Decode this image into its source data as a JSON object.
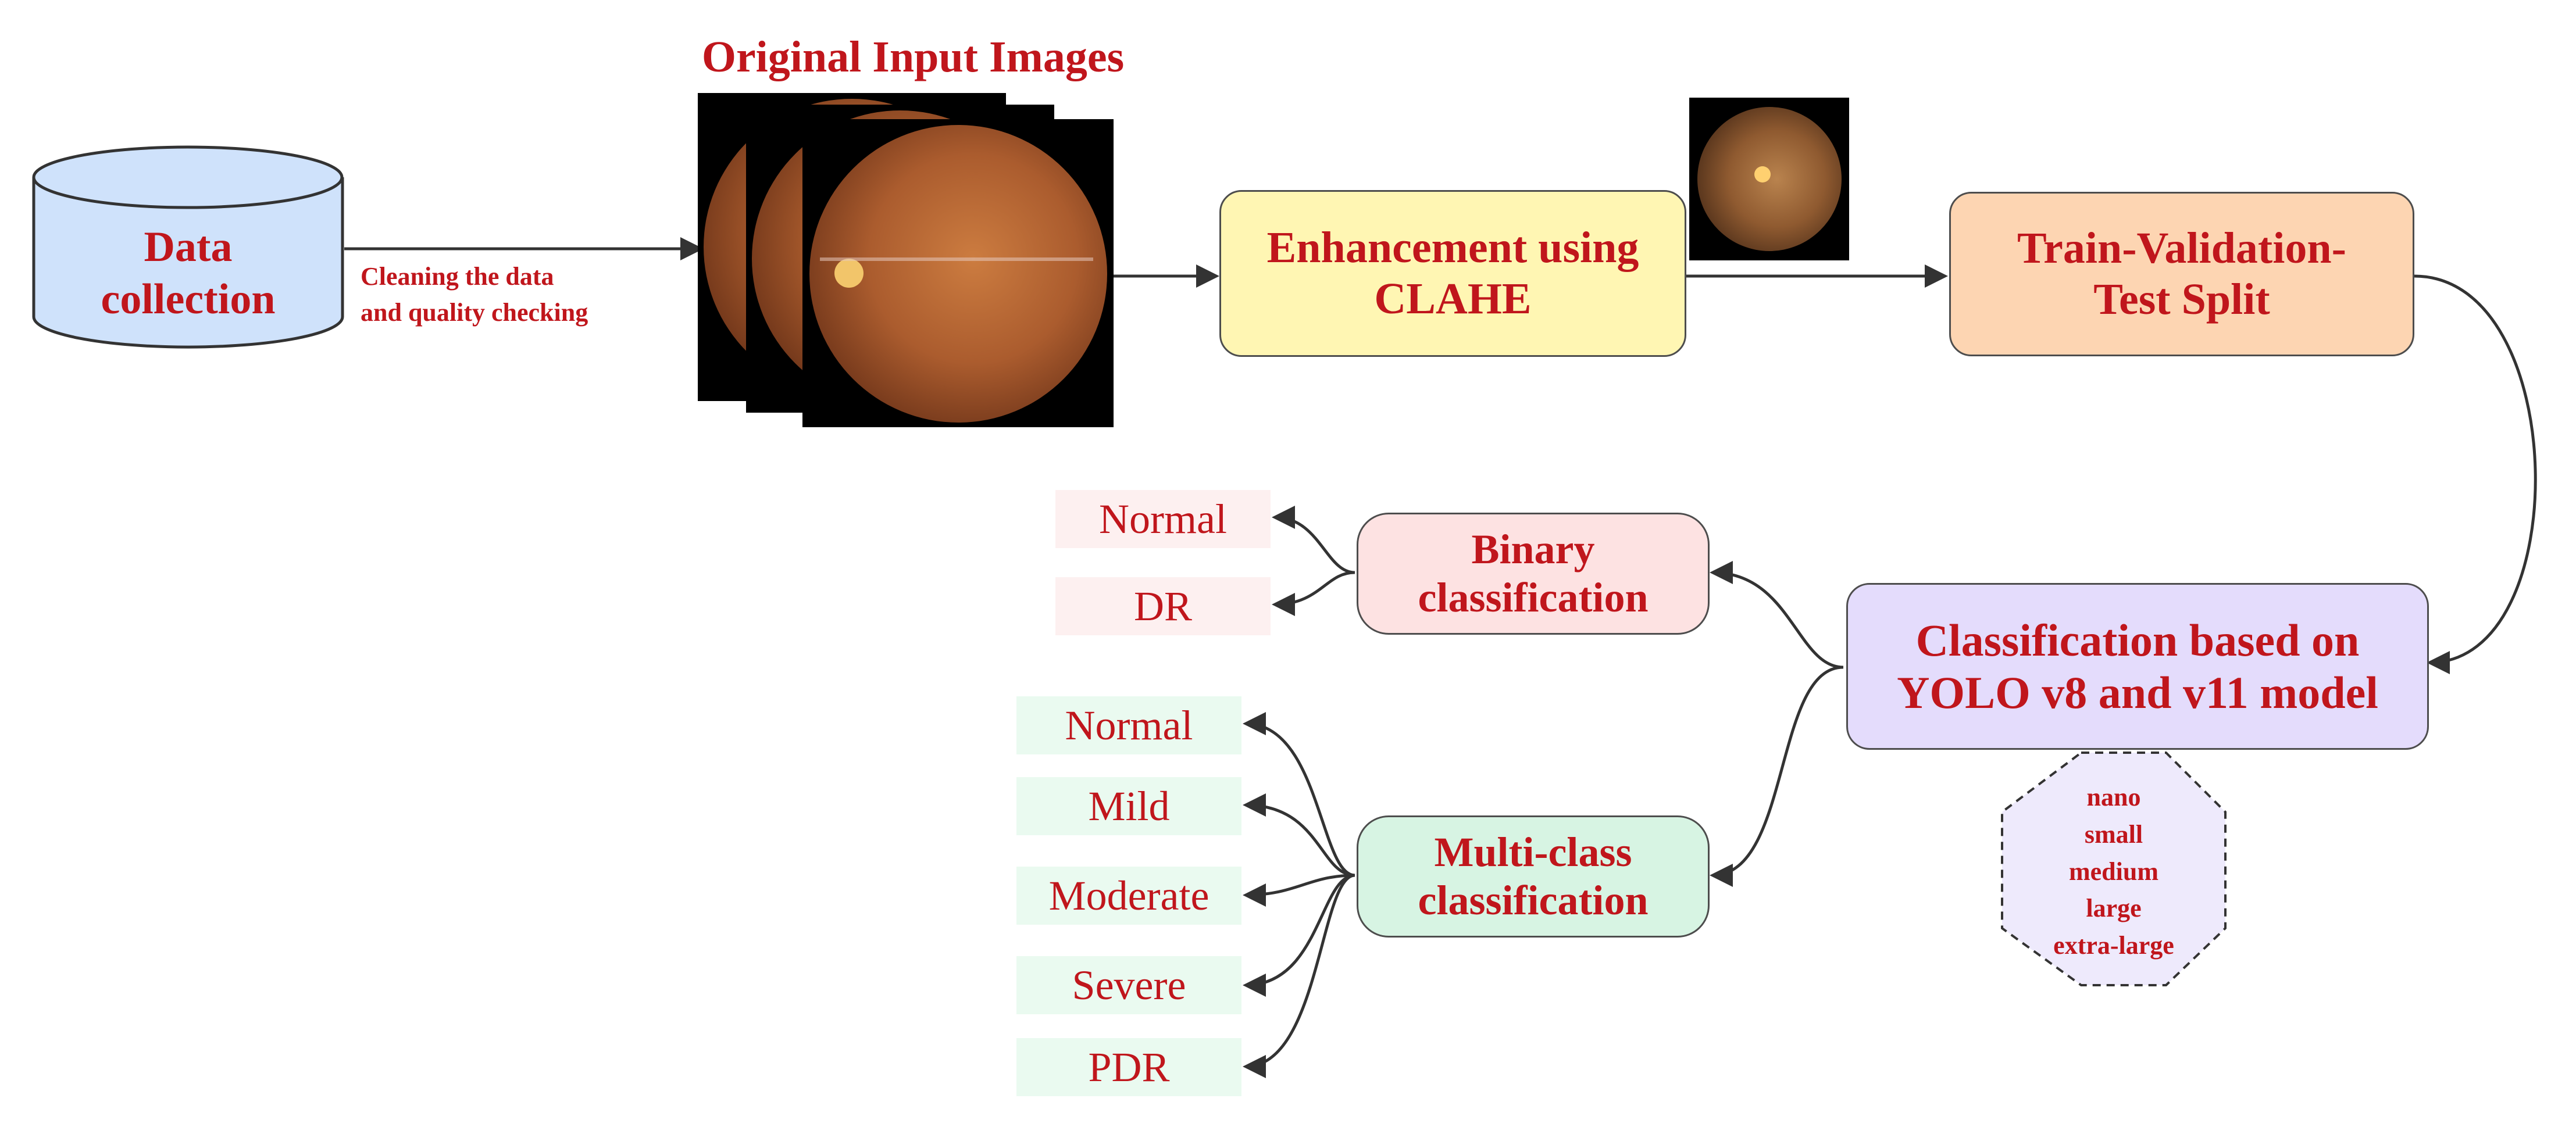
{
  "header": {
    "images_title": "Original Input Images"
  },
  "nodes": {
    "data_collection": [
      "Data",
      "collection"
    ],
    "edge_cleaning": [
      "Cleaning the data",
      "and quality checking"
    ],
    "enhancement": [
      "Enhancement using",
      "CLAHE"
    ],
    "split": [
      "Train-Validation-",
      "Test Split"
    ],
    "classification": [
      "Classification based on",
      "YOLO v8 and v11 model"
    ],
    "binary": [
      "Binary",
      "classification"
    ],
    "multiclass": [
      "Multi-class",
      "classification"
    ]
  },
  "binary_outputs": [
    "Normal",
    "DR"
  ],
  "multiclass_outputs": [
    "Normal",
    "Mild",
    "Moderate",
    "Severe",
    "PDR"
  ],
  "model_sizes": [
    "nano",
    "small",
    "medium",
    "large",
    "extra-large"
  ],
  "colors": {
    "text_red": "#c0161c",
    "data_collection_fill": "#cfe2fb",
    "enhancement_fill": "#fff6b3",
    "split_fill": "#fdd5b2",
    "classification_fill": "#e4dcfc",
    "binary_fill": "#fde2e2",
    "multiclass_fill": "#d7f4e3",
    "binary_output_fill": "#fdf0f0",
    "multiclass_output_fill": "#eafaf0",
    "octagon_fill": "#eeeafc"
  }
}
